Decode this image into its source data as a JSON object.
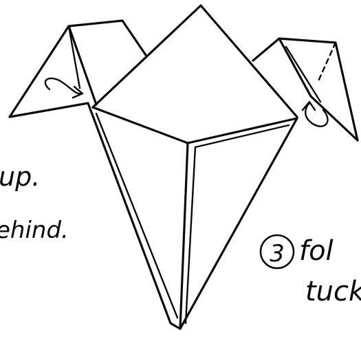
{
  "notes": {
    "left_line1": "up.",
    "left_line2": "ehind.",
    "step_number": "3",
    "right_line1": "fol",
    "right_line2": "tuck"
  }
}
